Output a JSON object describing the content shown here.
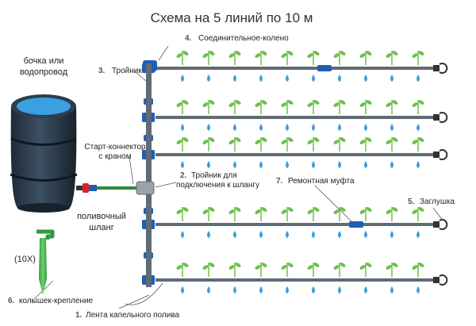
{
  "title": "Схема на 5 линий по 10 м",
  "labels": {
    "source": [
      "бочка или",
      "водопровод"
    ],
    "elbow": {
      "num": "4.",
      "text": "Соединительное-колено"
    },
    "tee": {
      "num": "3.",
      "text": "Тройник"
    },
    "starter": [
      "Старт-коннектор",
      "с краном"
    ],
    "hose_tee": {
      "num": "2.",
      "text_1": "Тройник для",
      "text_2": "подключения к шлангу"
    },
    "repair": {
      "num": "7.",
      "text": "Ремонтная муфта"
    },
    "plug": {
      "num": "5.",
      "text": "Заглушка"
    },
    "garden_hose": [
      "поливочный",
      "шланг"
    ],
    "stake_count": "(10X)",
    "stake": {
      "num": "6.",
      "text": "колышек-крепление"
    },
    "tape": {
      "num": "1.",
      "text": "Лента капельного полива"
    }
  },
  "colors": {
    "pipe": "#5f6b75",
    "fitting": "#1e5fb4",
    "barrel": "#2c3e50",
    "water": "#3aa0e0",
    "leaf": "#6cc04a",
    "drop": "#3aa0e0",
    "hose": "#2e8b3a",
    "stake": "#3aa64a"
  }
}
